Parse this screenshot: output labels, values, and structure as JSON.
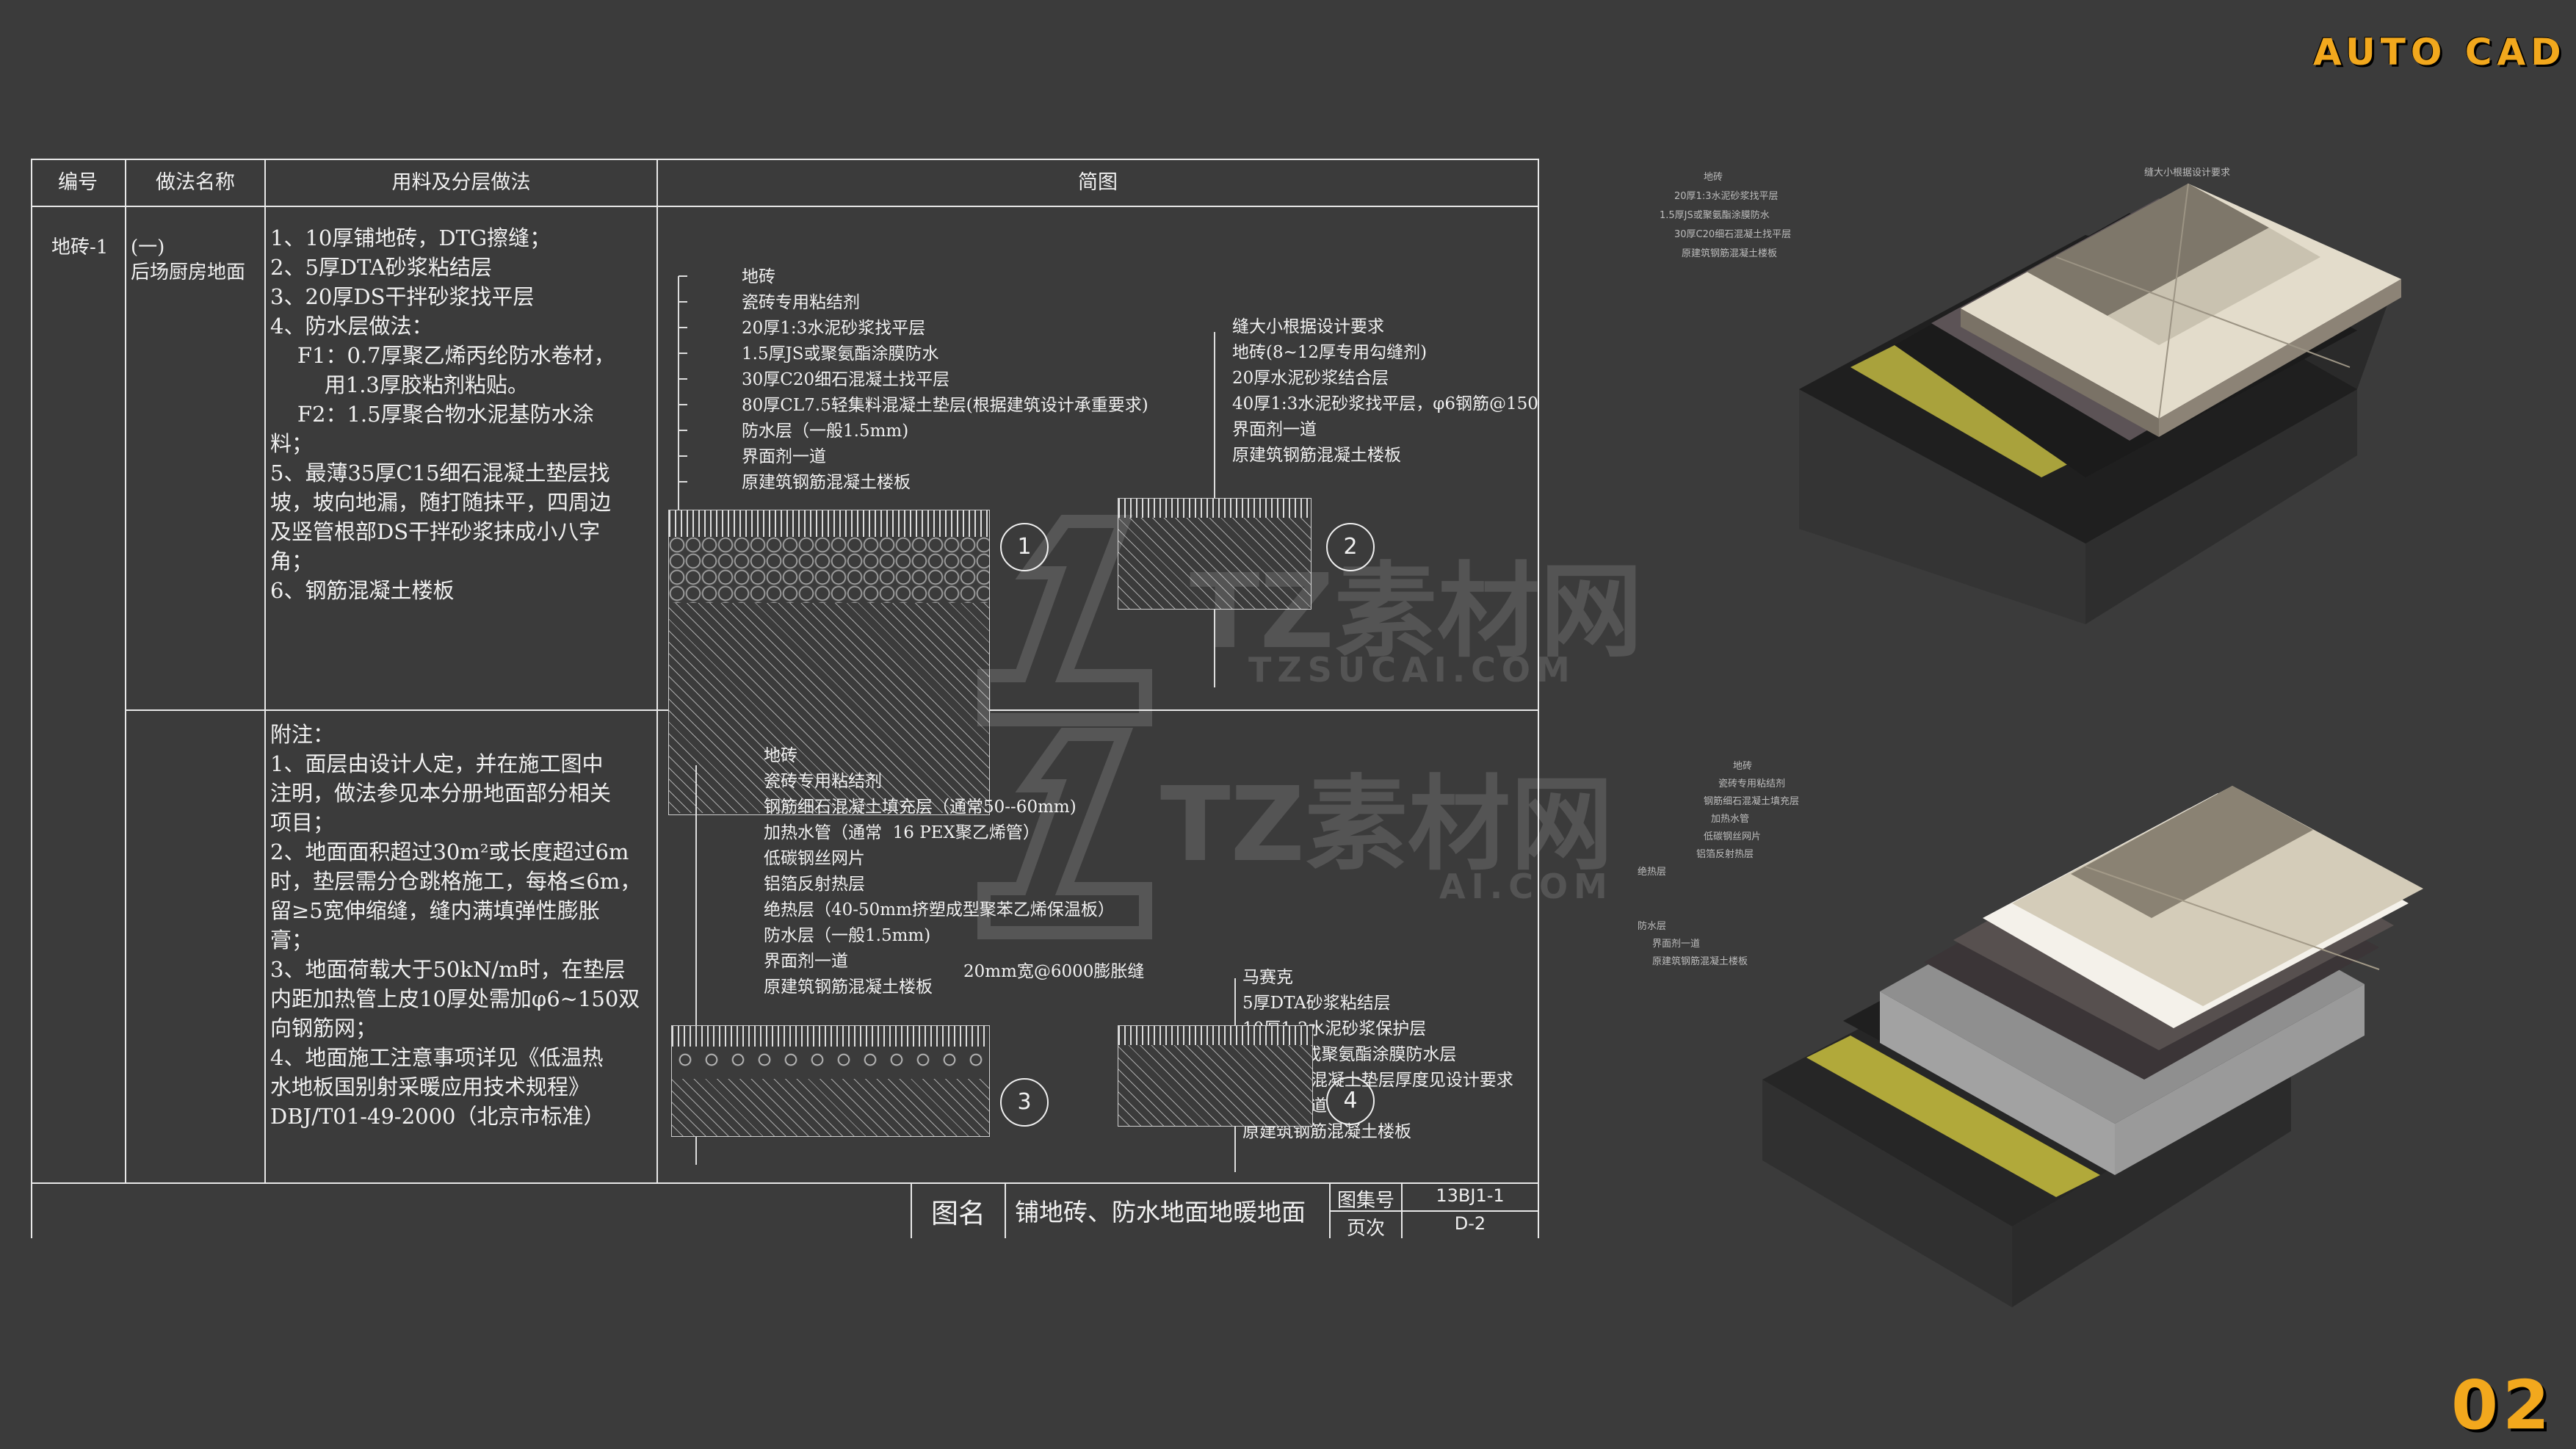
{
  "brand": "AUTO CAD",
  "page_number": "02",
  "table": {
    "headers": {
      "code": "编号",
      "method": "做法名称",
      "materials": "用料及分层做法",
      "diagram": "简图"
    },
    "row1": {
      "code": "地砖-1",
      "method": "(一)\n后场厨房地面",
      "materials": "1、10厚铺地砖，DTG擦缝；\n2、5厚DTA砂浆粘结层\n3、20厚DS干拌砂浆找平层\n4、防水层做法：\n    F1：0.7厚聚乙烯丙纶防水卷材，\n        用1.3厚胶粘剂粘贴。\n    F2：1.5厚聚合物水泥基防水涂\n料；\n5、最薄35厚C15细石混凝土垫层找\n坡，坡向地漏，随打随抹平，四周边\n及竖管根部DS干拌砂浆抹成小八字\n角；\n6、钢筋混凝土楼板"
    },
    "row2": {
      "materials": "附注：\n1、面层由设计人定，并在施工图中\n注明，做法参见本分册地面部分相关\n项目；\n2、地面面积超过30m²或长度超过6m\n时，垫层需分仓跳格施工，每格≤6m，\n留≥5宽伸缩缝，缝内满填弹性膨胀\n膏；\n3、地面荷载大于50kN/m时，在垫层\n内距加热管上皮10厚处需加φ6~150双\n向钢筋网；\n4、地面施工注意事项详见《低温热\n水地板国别射采暖应用技术规程》\nDBJ/T01-49-2000（北京市标准）"
    }
  },
  "diagrams": {
    "d1": {
      "number": "1",
      "layers": [
        "地砖",
        "瓷砖专用粘结剂",
        "20厚1:3水泥砂浆找平层",
        "1.5厚JS或聚氨酯涂膜防水",
        "30厚C20细石混凝土找平层",
        "80厚CL7.5轻集料混凝土垫层(根据建筑设计承重要求)",
        "防水层（一般1.5mm)",
        "界面剂一道",
        "原建筑钢筋混凝土楼板"
      ]
    },
    "d2": {
      "number": "2",
      "layers": [
        "缝大小根据设计要求",
        "地砖(8~12厚专用勾缝剂)",
        "20厚水泥砂浆结合层",
        "40厚1:3水泥砂浆找平层，φ6钢筋@150",
        "界面剂一道",
        "原建筑钢筋混凝土楼板"
      ]
    },
    "d3": {
      "number": "3",
      "layers": [
        "地砖",
        "瓷砖专用粘结剂",
        "钢筋细石混凝土填充层（通常50--60mm)",
        "加热水管（通常  16 PEX聚乙烯管）",
        "低碳钢丝网片",
        "铝箔反射热层",
        "绝热层（40-50mm挤塑成型聚苯乙烯保温板）",
        "防水层（一般1.5mm)",
        "界面剂一道",
        "原建筑钢筋混凝土楼板"
      ],
      "joint": "20mm宽@6000膨胀缝"
    },
    "d4": {
      "number": "4",
      "layers": [
        "马赛克",
        "5厚DTA砂浆粘结层",
        "10厚1:3水泥砂浆保护层",
        "1.5厚JS或聚氨酯涂膜防水层",
        "C20细石混凝土垫层厚度见设计要求",
        "界面剂一道",
        "原建筑钢筋混凝土楼板"
      ]
    }
  },
  "title_block": {
    "label": "图名",
    "name": "铺地砖、防水地面地暖地面",
    "atlas_label": "图集号",
    "atlas_value": "13BJ1-1",
    "page_label": "页次",
    "page_value": "D-2"
  },
  "watermark": {
    "main": "TZ素材网",
    "url": "TZSUCAI.COM"
  },
  "iso_top_labels": [
    "地砖",
    "20厚1:3水泥砂浆找平层",
    "1.5厚JS或聚氨酯涂膜防水",
    "30厚C20细石混凝土找平层",
    "原建筑钢筋混凝土楼板",
    "缝大小根据设计要求"
  ],
  "iso_bottom_labels": [
    "地砖",
    "瓷砖专用粘结剂",
    "钢筋细石混凝土填充层",
    "加热水管",
    "低碳钢丝网片",
    "铝箔反射热层",
    "绝热层",
    "防水层",
    "界面剂一道",
    "原建筑钢筋混凝土楼板"
  ],
  "colors": {
    "background": "#3b3b3b",
    "brand": "#f2a81d",
    "lines": "#e8e8e8"
  }
}
